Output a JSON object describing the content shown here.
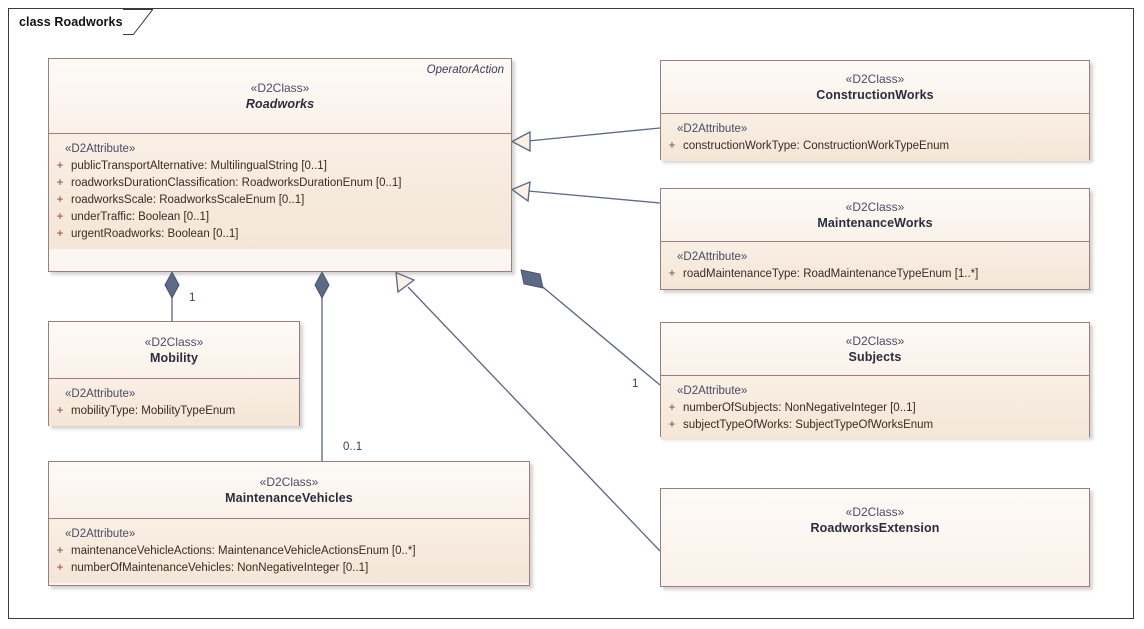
{
  "diagram": {
    "frame_label": "class Roadworks",
    "type": "uml-class-diagram",
    "colors": {
      "box_border": "#9b7d7d",
      "header_fill": "#fdfaf7",
      "body_fill": "#f5e8da",
      "connector": "#5d6a86",
      "frame_border": "#3a3a3a"
    }
  },
  "classes": [
    {
      "id": "roadworks",
      "stereotype": "«D2Class»",
      "name": "Roadworks",
      "abstract": true,
      "tag": "OperatorAction",
      "attr_stereotype": "«D2Attribute»",
      "attributes": [
        {
          "visibility": "+",
          "text": "publicTransportAlternative: MultilingualString [0..1]"
        },
        {
          "visibility": "+",
          "text": "roadworksDurationClassification: RoadworksDurationEnum [0..1]"
        },
        {
          "visibility": "+",
          "text": "roadworksScale: RoadworksScaleEnum [0..1]"
        },
        {
          "visibility": "+",
          "text": "underTraffic: Boolean [0..1]"
        },
        {
          "visibility": "+",
          "text": "urgentRoadworks: Boolean [0..1]"
        }
      ]
    },
    {
      "id": "constructionworks",
      "stereotype": "«D2Class»",
      "name": "ConstructionWorks",
      "abstract": false,
      "tag": "",
      "attr_stereotype": "«D2Attribute»",
      "attributes": [
        {
          "visibility": "+",
          "text": "constructionWorkType: ConstructionWorkTypeEnum"
        }
      ]
    },
    {
      "id": "maintenanceworks",
      "stereotype": "«D2Class»",
      "name": "MaintenanceWorks",
      "abstract": false,
      "tag": "",
      "attr_stereotype": "«D2Attribute»",
      "attributes": [
        {
          "visibility": "+",
          "text": "roadMaintenanceType: RoadMaintenanceTypeEnum [1..*]"
        }
      ]
    },
    {
      "id": "subjects",
      "stereotype": "«D2Class»",
      "name": "Subjects",
      "abstract": false,
      "tag": "",
      "attr_stereotype": "«D2Attribute»",
      "attributes": [
        {
          "visibility": "+",
          "text": "numberOfSubjects: NonNegativeInteger [0..1]"
        },
        {
          "visibility": "+",
          "text": "subjectTypeOfWorks: SubjectTypeOfWorksEnum"
        }
      ]
    },
    {
      "id": "roadworksextension",
      "stereotype": "«D2Class»",
      "name": "RoadworksExtension",
      "abstract": false,
      "tag": "",
      "attr_stereotype": "",
      "attributes": []
    },
    {
      "id": "mobility",
      "stereotype": "«D2Class»",
      "name": "Mobility",
      "abstract": false,
      "tag": "",
      "attr_stereotype": "«D2Attribute»",
      "attributes": [
        {
          "visibility": "+",
          "text": "mobilityType: MobilityTypeEnum"
        }
      ]
    },
    {
      "id": "maintenancevehicles",
      "stereotype": "«D2Class»",
      "name": "MaintenanceVehicles",
      "abstract": false,
      "tag": "",
      "attr_stereotype": "«D2Attribute»",
      "attributes": [
        {
          "visibility": "+",
          "text": "maintenanceVehicleActions: MaintenanceVehicleActionsEnum [0..*]"
        },
        {
          "visibility": "+",
          "text": "numberOfMaintenanceVehicles: NonNegativeInteger [0..1]"
        }
      ]
    }
  ],
  "relationships": [
    {
      "id": "gen-constructionworks",
      "kind": "generalization",
      "from": "ConstructionWorks",
      "to": "Roadworks",
      "multiplicity": ""
    },
    {
      "id": "gen-maintenanceworks",
      "kind": "generalization",
      "from": "MaintenanceWorks",
      "to": "Roadworks",
      "multiplicity": ""
    },
    {
      "id": "gen-roadworksextension",
      "kind": "generalization",
      "from": "RoadworksExtension",
      "to": "Roadworks",
      "multiplicity": ""
    },
    {
      "id": "comp-mobility",
      "kind": "composition",
      "from": "Roadworks",
      "to": "Mobility",
      "multiplicity": "1"
    },
    {
      "id": "comp-maintenancevehicles",
      "kind": "composition",
      "from": "Roadworks",
      "to": "MaintenanceVehicles",
      "multiplicity": "0..1"
    },
    {
      "id": "comp-subjects",
      "kind": "composition",
      "from": "Roadworks",
      "to": "Subjects",
      "multiplicity": "1"
    }
  ],
  "multiplicity_labels": {
    "mobility": "1",
    "maintenancevehicles": "0..1",
    "subjects": "1"
  }
}
